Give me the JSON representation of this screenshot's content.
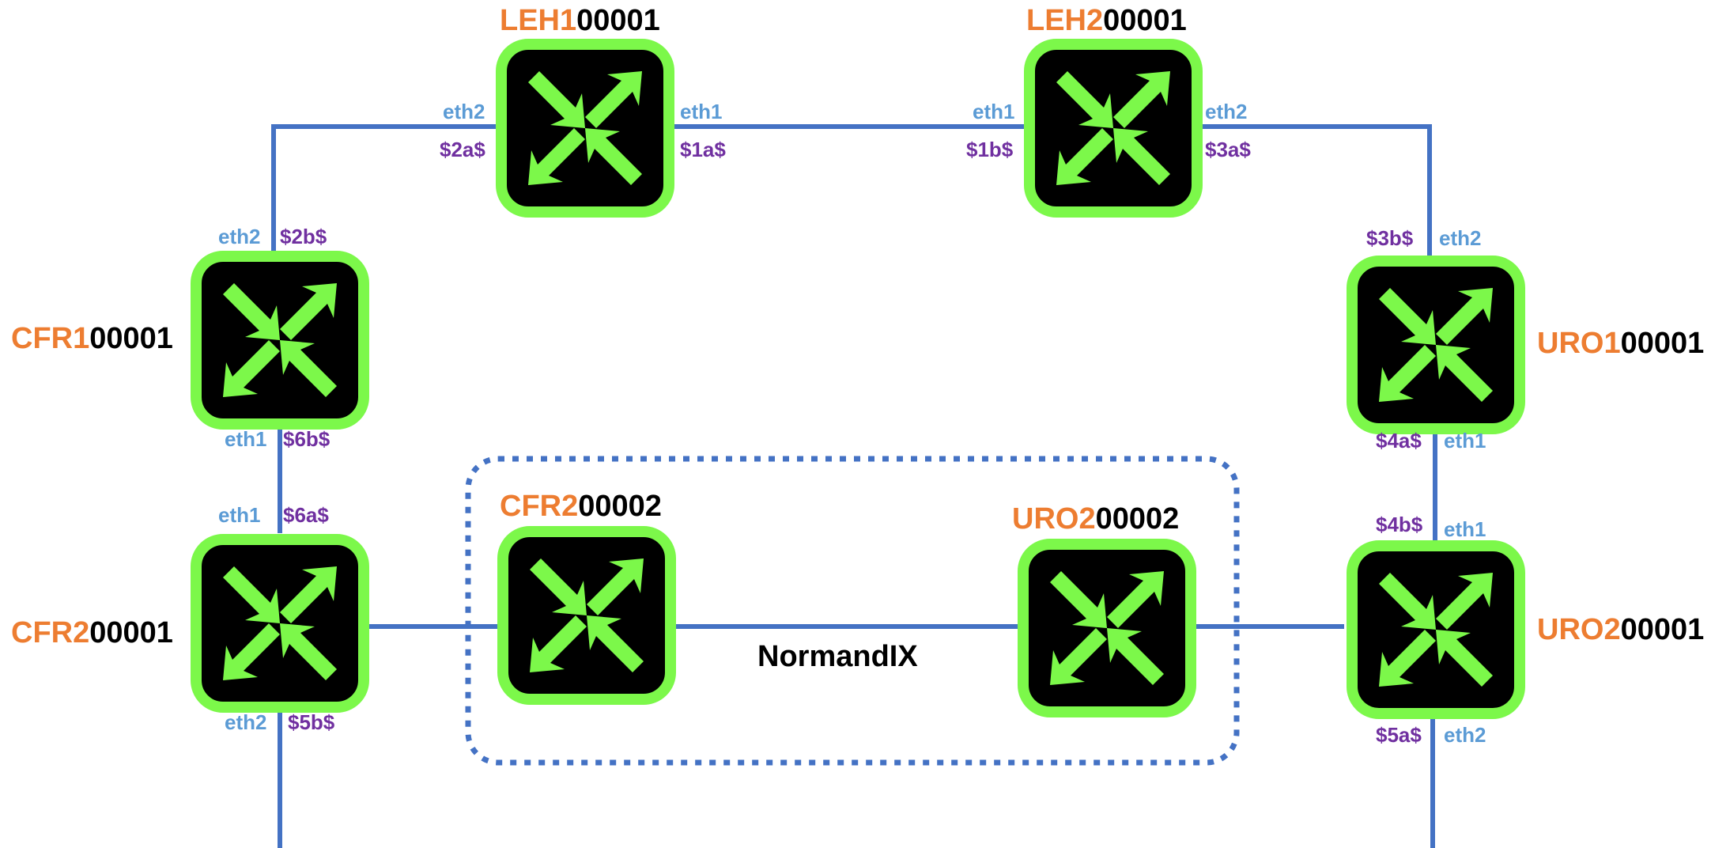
{
  "colors": {
    "link": "#4472C4",
    "router_border": "#7CF84A",
    "router_fill": "#000000",
    "arrow": "#7CF84A",
    "name_prefix": "#ED7D31",
    "name_suffix": "#000000",
    "eth_label": "#5B9BD5",
    "var_label": "#7030A0",
    "ix_border": "#4472C4"
  },
  "ix": {
    "label": "NormandIX"
  },
  "routers": [
    {
      "id": "leh1",
      "prefix": "LEH1",
      "suffix": "00001",
      "icon": "router-arrows-icon"
    },
    {
      "id": "leh2",
      "prefix": "LEH2",
      "suffix": "00001",
      "icon": "router-arrows-icon"
    },
    {
      "id": "cfr1",
      "prefix": "CFR1",
      "suffix": "00001",
      "icon": "router-arrows-icon"
    },
    {
      "id": "uro1",
      "prefix": "URO1",
      "suffix": "00001",
      "icon": "router-arrows-icon"
    },
    {
      "id": "cfr2",
      "prefix": "CFR2",
      "suffix": "00001",
      "icon": "router-arrows-icon"
    },
    {
      "id": "uro2",
      "prefix": "URO2",
      "suffix": "00001",
      "icon": "router-arrows-icon"
    },
    {
      "id": "cfr2ix",
      "prefix": "CFR2",
      "suffix": "00002",
      "icon": "router-arrows-icon"
    },
    {
      "id": "uro2ix",
      "prefix": "URO2",
      "suffix": "00002",
      "icon": "router-arrows-icon"
    }
  ],
  "ports": {
    "leh1_eth2": "eth2",
    "leh1_var2a": "$2a$",
    "leh1_eth1": "eth1",
    "leh1_var1a": "$1a$",
    "leh2_eth1": "eth1",
    "leh2_var1b": "$1b$",
    "leh2_eth2": "eth2",
    "leh2_var3a": "$3a$",
    "cfr1_eth2": "eth2",
    "cfr1_var2b": "$2b$",
    "cfr1_eth1": "eth1",
    "cfr1_var6b": "$6b$",
    "cfr2_eth1": "eth1",
    "cfr2_var6a": "$6a$",
    "cfr2_eth2": "eth2",
    "cfr2_var5b": "$5b$",
    "uro1_var3b": "$3b$",
    "uro1_eth2": "eth2",
    "uro1_var4a": "$4a$",
    "uro1_eth1": "eth1",
    "uro2_var4b": "$4b$",
    "uro2_eth1": "eth1",
    "uro2_var5a": "$5a$",
    "uro2_eth2": "eth2"
  }
}
